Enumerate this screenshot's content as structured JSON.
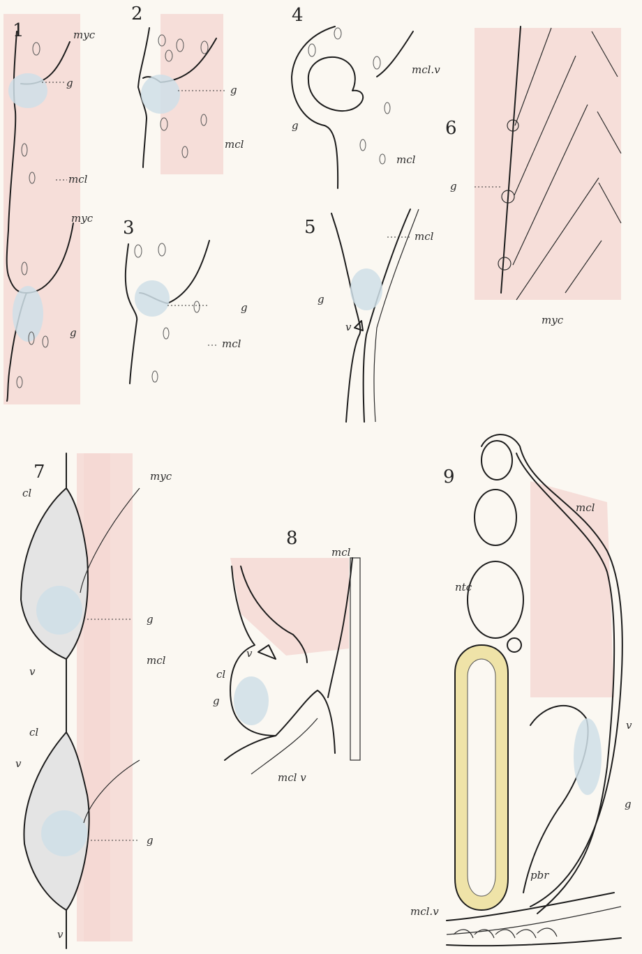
{
  "figures": [
    {
      "number": "1",
      "labels": {
        "myc_top": "myc",
        "g_top": "g",
        "mcl": "mcl",
        "myc_bottom": "myc",
        "g_bottom": "g"
      }
    },
    {
      "number": "2",
      "labels": {
        "g": "g",
        "mcl": "mcl"
      }
    },
    {
      "number": "3",
      "labels": {
        "g": "g",
        "mcl": "mcl"
      }
    },
    {
      "number": "4",
      "labels": {
        "mcl_v": "mcl.v",
        "g": "g",
        "mcl": "mcl"
      }
    },
    {
      "number": "5",
      "labels": {
        "mcl": "mcl",
        "g": "g",
        "v": "v"
      }
    },
    {
      "number": "6",
      "labels": {
        "g": "g",
        "myc": "myc"
      }
    },
    {
      "number": "7",
      "labels": {
        "cl_top": "cl",
        "myc": "myc",
        "g_top": "g",
        "mcl": "mcl",
        "v_mid": "v",
        "cl_bottom": "cl",
        "v_lower": "v",
        "g_bottom": "g",
        "v_bottom": "v"
      }
    },
    {
      "number": "8",
      "labels": {
        "mcl": "mcl",
        "v": "v",
        "cl": "cl",
        "g": "g",
        "mcl_v": "mcl v"
      }
    },
    {
      "number": "9",
      "labels": {
        "mcl": "mcl",
        "ntc": "ntc",
        "v": "v",
        "g": "g",
        "pbr": "pbr",
        "mcl_v": "mcl.v"
      }
    }
  ],
  "colors": {
    "ink": "#1c1c1c",
    "ganglion_blue": "#cfdfe8",
    "muscle_pink": "#f4d3cf",
    "gut_yellow": "#efe3a8",
    "paper": "#fbf8f2"
  }
}
